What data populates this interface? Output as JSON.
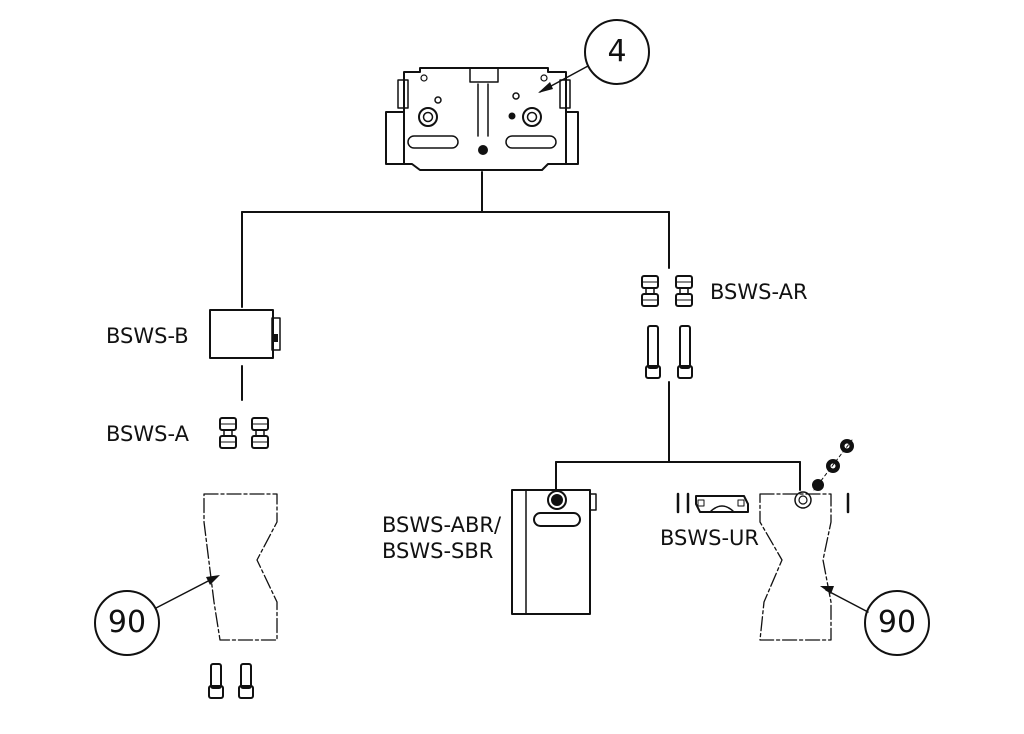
{
  "callouts": {
    "top_part": "4",
    "left_finger": "90",
    "right_finger": "90"
  },
  "labels": {
    "bsws_b": "BSWS-B",
    "bsws_a": "BSWS-A",
    "bsws_ar": "BSWS-AR",
    "bsws_abr_line1": "BSWS-ABR/",
    "bsws_abr_line2": "BSWS-SBR",
    "bsws_ur": "BSWS-UR"
  },
  "colors": {
    "line": "#111111",
    "background": "#ffffff"
  }
}
